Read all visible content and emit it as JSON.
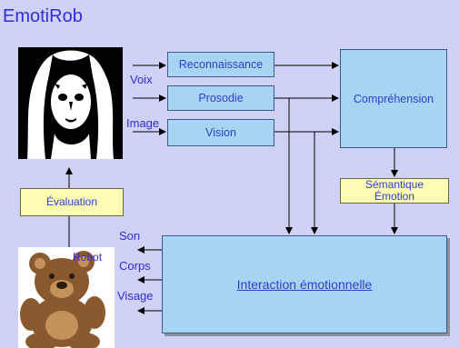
{
  "title": "EmotiRob",
  "modules": {
    "reconnaissance": "Reconnaissance",
    "prosodie": "Prosodie",
    "vision": "Vision",
    "comprehension": "Compréhension",
    "semantique_emotion_line1": "Sémantique",
    "semantique_emotion_line2": "Émotion",
    "evaluation": "Évaluation",
    "interaction": "Interaction émotionnelle"
  },
  "inputs": {
    "voix": "Voix",
    "image": "Image"
  },
  "outputs": {
    "son": "Son",
    "corps": "Corps",
    "visage": "Visage"
  },
  "robot_label": "Robot",
  "colors": {
    "background": "#cfd1f6",
    "module_fill": "#a8d4f4",
    "label_fill": "#fdfcb4",
    "text": "#2e2ed8"
  }
}
